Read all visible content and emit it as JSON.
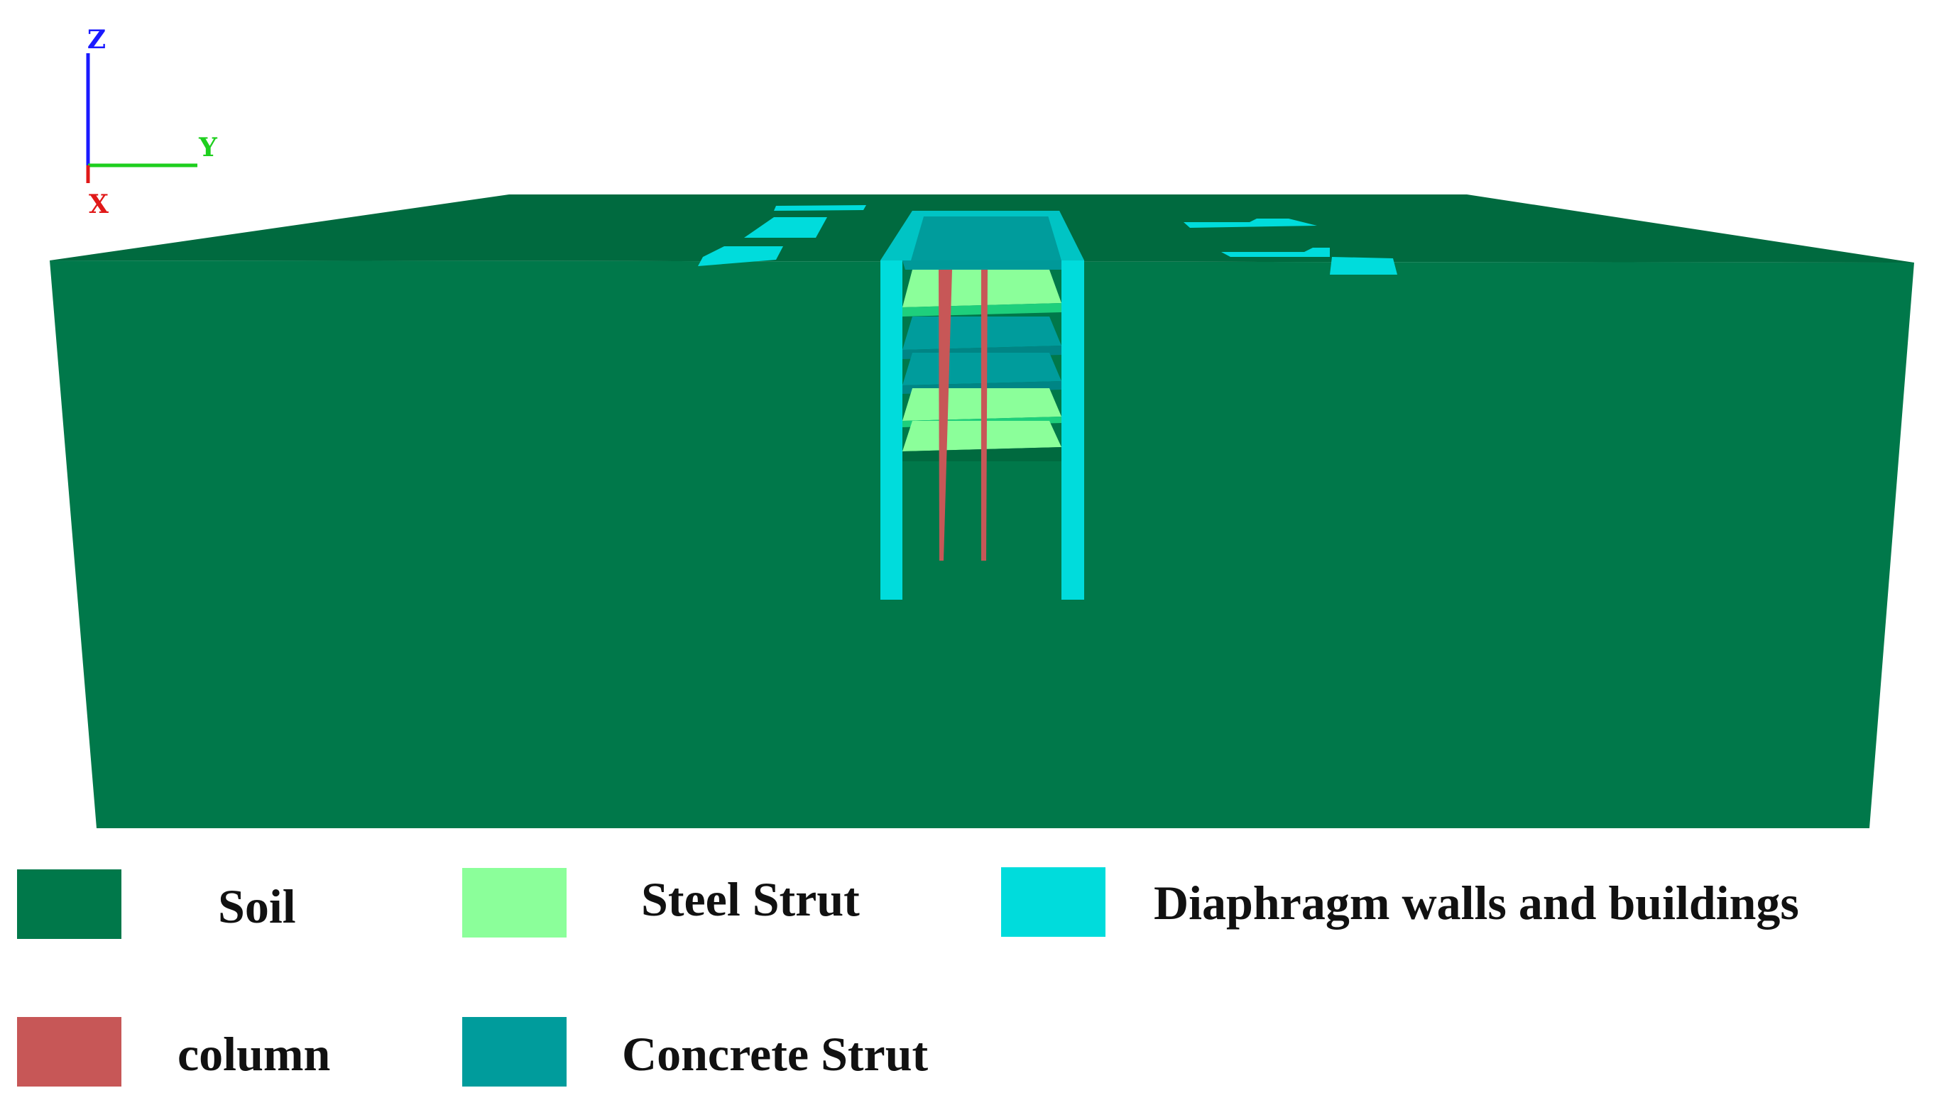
{
  "axes": {
    "z_label": "Z",
    "y_label": "Y",
    "x_label": "X",
    "colors": {
      "z": "#1a1aff",
      "y": "#1ecf1e",
      "x": "#e01818"
    }
  },
  "materials": {
    "soil": "#00784a",
    "soil_top": "#006a3f",
    "steel_strut": "#8bff9a",
    "diaphragm": "#00dcdc",
    "column": "#c75757",
    "concrete_strut": "#009c9c"
  },
  "legend": [
    {
      "key": "soil",
      "label": "Soil",
      "color": "#00784a"
    },
    {
      "key": "steel_strut",
      "label": "Steel Strut",
      "color": "#8bff9a"
    },
    {
      "key": "diaphragm",
      "label": "Diaphragm walls and buildings",
      "color": "#00dcdc"
    },
    {
      "key": "column",
      "label": "column",
      "color": "#c75757"
    },
    {
      "key": "concrete_strut",
      "label": "Concrete Strut",
      "color": "#009c9c"
    }
  ]
}
